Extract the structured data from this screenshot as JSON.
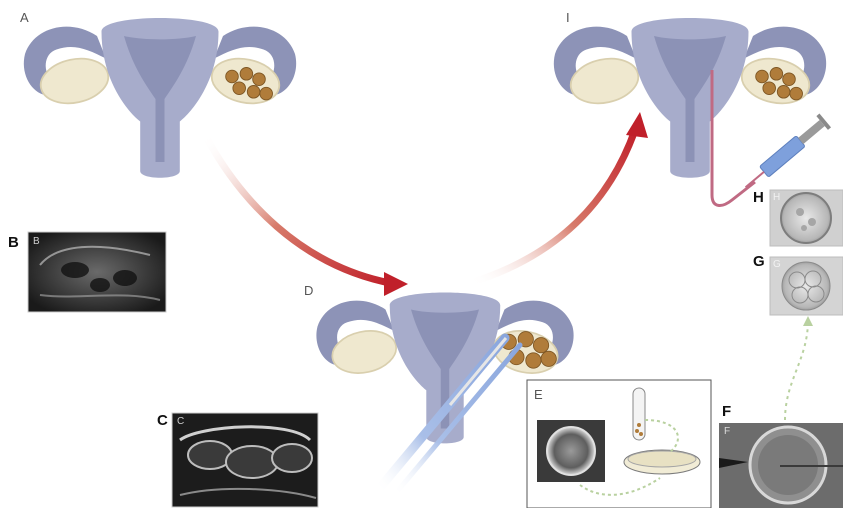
{
  "labels": {
    "a": "A",
    "b": "B",
    "c": "C",
    "d": "D",
    "e": "E",
    "f": "F",
    "g": "G",
    "h": "H",
    "i": "I",
    "b_inset": "B",
    "c_inset": "C",
    "f_inset": "F",
    "g_inset": "G",
    "h_inset": "H"
  },
  "colors": {
    "uterus": "#a7accb",
    "uterus_dark": "#8c92b6",
    "tube": "#8d93b7",
    "ovary": "#efe8cf",
    "ovary_edge": "#d9cfae",
    "follicle": "#b07c3a",
    "follicle_edge": "#7d5624",
    "arrow": "#c0202a",
    "needle": "#9eb4e0",
    "catheter": "#c06a83",
    "dotted": "#b9d1a0"
  },
  "icons": {
    "syringe": "syringe-icon",
    "test_tube": "test-tube-icon",
    "petri_dish": "petri-dish-icon"
  }
}
